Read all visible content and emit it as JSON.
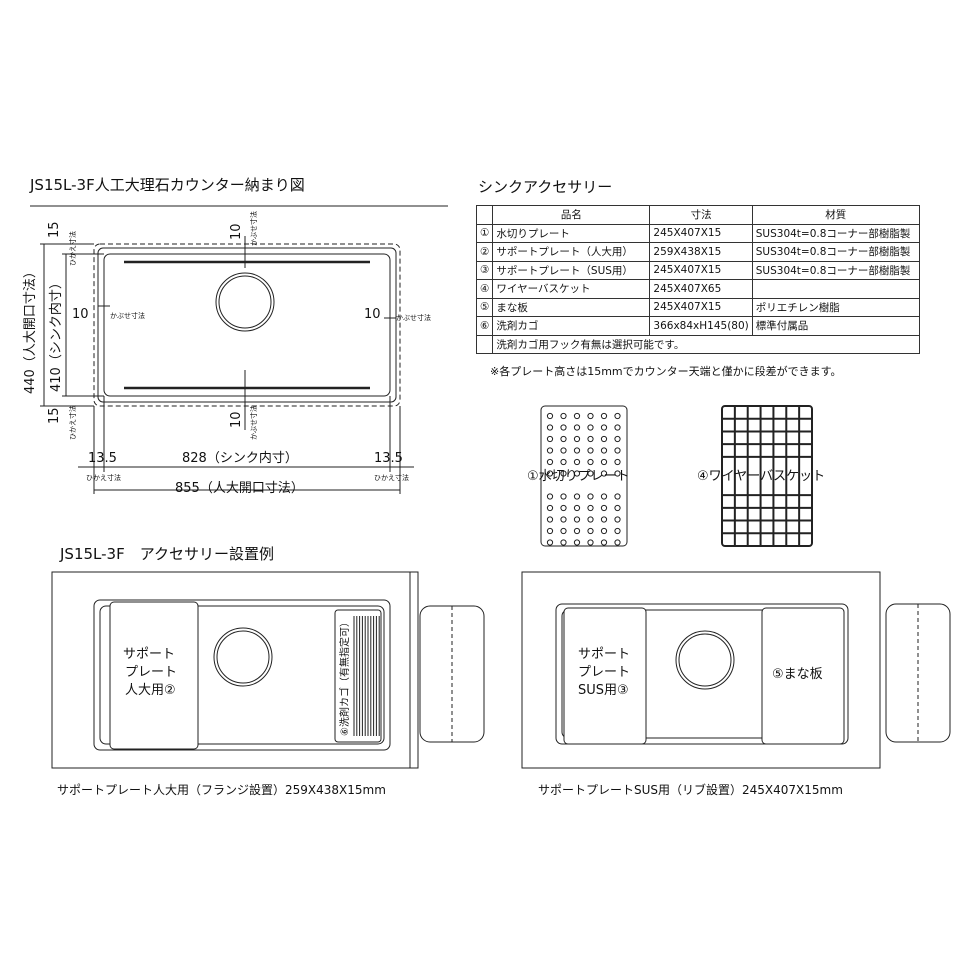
{
  "section1": {
    "title": "JS15L-3F人工大理石カウンター納まり図",
    "dims": {
      "top_15": "15",
      "top_10": "10",
      "left_10": "10",
      "right_10": "10",
      "bottom_10": "10",
      "bottom_15": "15",
      "v_440": "440（人大開口寸法）",
      "v_410": "410（シンク内寸）",
      "h_13_5_left": "13.5",
      "h_828": "828（シンク内寸）",
      "h_13_5_right": "13.5",
      "h_855": "855（人大開口寸法）"
    },
    "small_labels": {
      "hikae": "ひかえ寸法",
      "kabuse": "かぶせ寸法"
    }
  },
  "accessories": {
    "title": "シンクアクセサリー",
    "headers": [
      "",
      "品名",
      "寸法",
      "材質"
    ],
    "rows": [
      {
        "no": "①",
        "name": "水切りプレート",
        "size": "245X407X15",
        "material": "SUS304t=0.8コーナー部樹脂製"
      },
      {
        "no": "②",
        "name": "サポートプレート（人大用）",
        "size": "259X438X15",
        "material": "SUS304t=0.8コーナー部樹脂製"
      },
      {
        "no": "③",
        "name": "サポートプレート（SUS用）",
        "size": "245X407X15",
        "material": "SUS304t=0.8コーナー部樹脂製"
      },
      {
        "no": "④",
        "name": "ワイヤーバスケット",
        "size": "245X407X65",
        "material": ""
      },
      {
        "no": "⑤",
        "name": "まな板",
        "size": "245X407X15",
        "material": "ポリエチレン樹脂"
      },
      {
        "no": "⑥",
        "name": "洗剤カゴ",
        "size": "366x84xH145(80)",
        "material": "標準付属品"
      }
    ],
    "footer_row": "洗剤カゴ用フック有無は選択可能です。",
    "note": "※各プレート高さは15mmでカウンター天端と僅かに段差ができます。",
    "plate_label": "①水切りプレート",
    "basket_label": "④ワイヤーバスケット"
  },
  "section2": {
    "title": "JS15L-3F　アクセサリー設置例",
    "left_plate_lines": [
      "サポート",
      "プレート",
      "人大用②"
    ],
    "left_basket_label": "⑥洗剤カゴ（有無指定可）",
    "left_caption": "サポートプレート人大用（フランジ設置）259X438X15mm",
    "right_plate_lines": [
      "サポート",
      "プレート",
      "SUS用③"
    ],
    "right_board_label": "⑤まな板",
    "right_caption": "サポートプレートSUS用（リブ設置）245X407X15mm"
  }
}
